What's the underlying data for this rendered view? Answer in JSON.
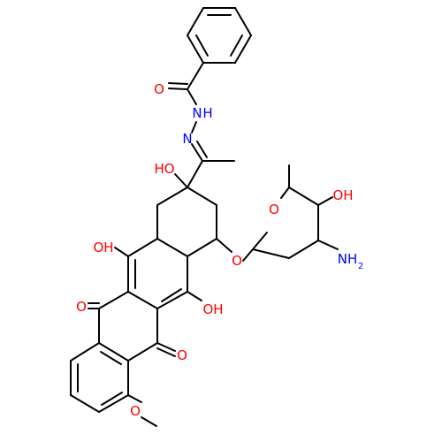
{
  "colors": {
    "bond": "#000000",
    "oxygen": "#ff0000",
    "nitrogen": "#0000ff",
    "background": "#ffffff"
  },
  "atoms": {
    "amide_o": "O",
    "amide_nh_n": "N",
    "amide_nh_h": "H",
    "hydrazone_n": "N",
    "c9_oh": "HO",
    "sugar_ring_o": "O",
    "sugar_oh": "OH",
    "c7_o": "O",
    "sugar_nh2_n": "NH",
    "sugar_nh2_sub": "2",
    "c11_oh": "OH",
    "c6_oh": "OH",
    "quinone_o_top": "O",
    "quinone_o_bottom": "O",
    "methoxy_o": "O"
  }
}
